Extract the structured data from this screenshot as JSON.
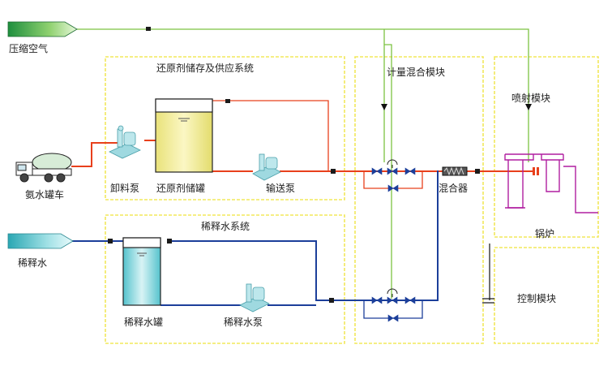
{
  "labels": {
    "compressed_air": "压缩空气",
    "reductant_system": "还原剂储存及供应系统",
    "metering_module": "计量混合模块",
    "injection_module": "喷射模块",
    "ammonia_truck": "氨水罐车",
    "unload_pump": "卸料泵",
    "reductant_tank": "还原剂储罐",
    "transfer_pump": "输送泵",
    "mixer": "混合器",
    "boiler": "锅炉",
    "dilution_system": "稀释水系统",
    "dilution_water": "稀释水",
    "dilution_tank": "稀释水罐",
    "dilution_pump": "稀释水泵",
    "control_module": "控制模块"
  },
  "colors": {
    "air_line": "#7cc242",
    "reductant_line": "#e8401c",
    "water_line": "#1c3f9a",
    "dashed_box": "#f2e85c",
    "boiler": "#b01fa0",
    "equipment": "#9fd9e0",
    "air_cylinder": "#2fa84f",
    "water_cylinder": "#5fc3cc"
  },
  "icons": [
    "tanker-truck-icon",
    "pump-icon",
    "tank-icon",
    "valve-icon",
    "static-mixer-icon",
    "gas-cylinder-icon",
    "boiler-icon"
  ]
}
